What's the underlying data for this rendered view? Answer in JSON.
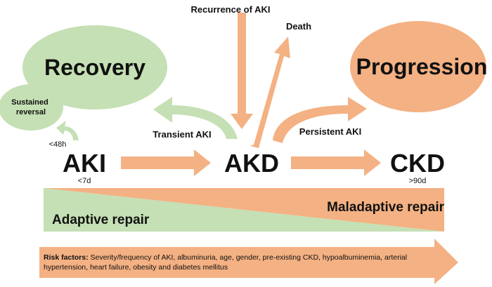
{
  "colors": {
    "green": "#c5e0b4",
    "green_dark": "#a9d18e",
    "orange": "#f4b183",
    "orange_arrow": "#f4a77a",
    "text": "#111111"
  },
  "nodes": {
    "recovery": "Recovery",
    "sustained_reversal": [
      "Sustained",
      "reversal"
    ],
    "progression": "Progression",
    "aki": "AKI",
    "akd": "AKD",
    "ckd": "CKD"
  },
  "labels": {
    "recurrence": "Recurrence of AKI",
    "death": "Death",
    "transient": "Transient AKI",
    "persistent": "Persistent AKI",
    "lt48h": "<48h",
    "lt7d": "<7d",
    "gt90d": ">90d"
  },
  "repair": {
    "adaptive": "Adaptive repair",
    "maladaptive": "Maladaptive repair"
  },
  "risk": {
    "label": "Risk factors:",
    "text": " Severity/frequency of AKI, albuminuria, age, gender, pre-existing CKD, hypoalbuminemia, arterial hypertension, heart failure, obesity and diabetes mellitus"
  }
}
